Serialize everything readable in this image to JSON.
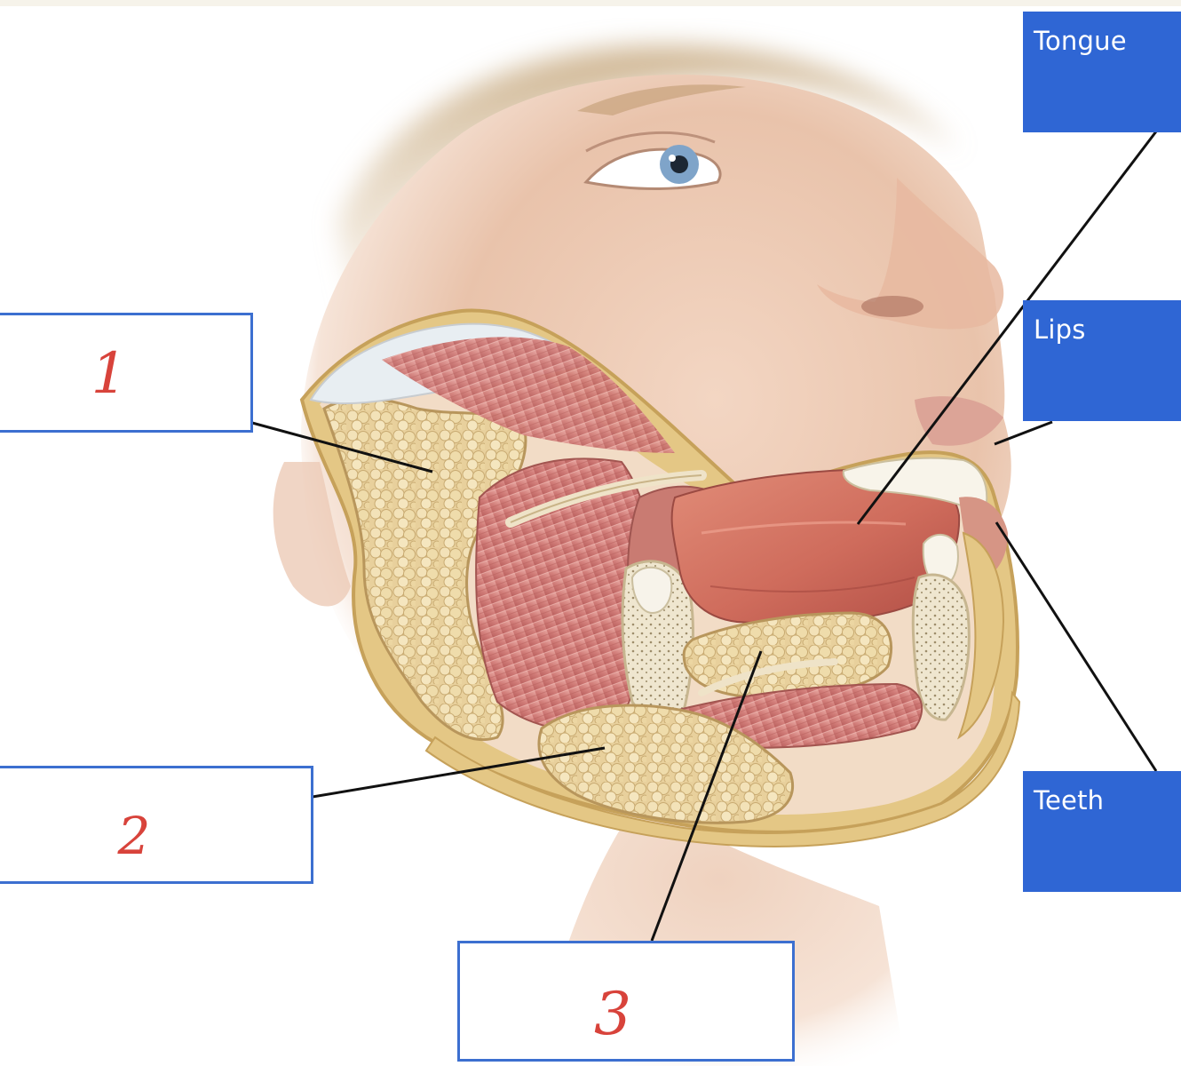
{
  "labels": {
    "tongue": "Tongue",
    "lips": "Lips",
    "teeth": "Teeth"
  },
  "answers": {
    "box1": "1",
    "box2": "2",
    "box3": "3"
  },
  "colors": {
    "label_fill": "#2f66d4",
    "answer_border": "#3c6fd0",
    "handwriting": "#d8433b",
    "leader_line": "#111111"
  },
  "icons": {
    "illustration": "head-mouth-salivary-glands-illustration"
  }
}
